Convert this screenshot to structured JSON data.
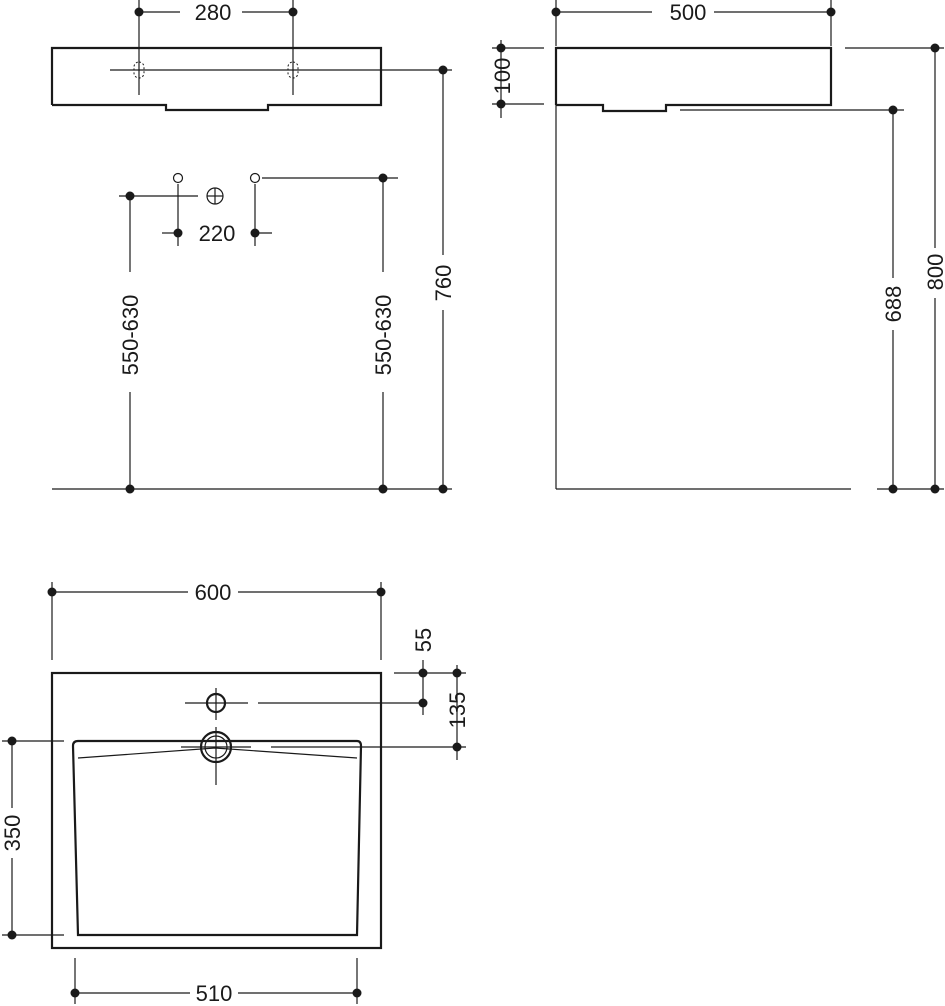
{
  "diagram": {
    "front_view": {
      "dim_tap_spacing": "280",
      "dim_height_rim": "760",
      "dim_height_left": "550-630",
      "dim_height_right": "550-630",
      "dim_connection_spacing": "220"
    },
    "side_view": {
      "dim_depth": "500",
      "dim_rim_thickness": "100",
      "dim_drain_height": "688",
      "dim_total_height": "800"
    },
    "top_view": {
      "dim_width": "600",
      "dim_inner_width": "510",
      "dim_inner_depth": "350",
      "dim_tap_hole_offset": "55",
      "dim_drain_offset": "135"
    }
  }
}
